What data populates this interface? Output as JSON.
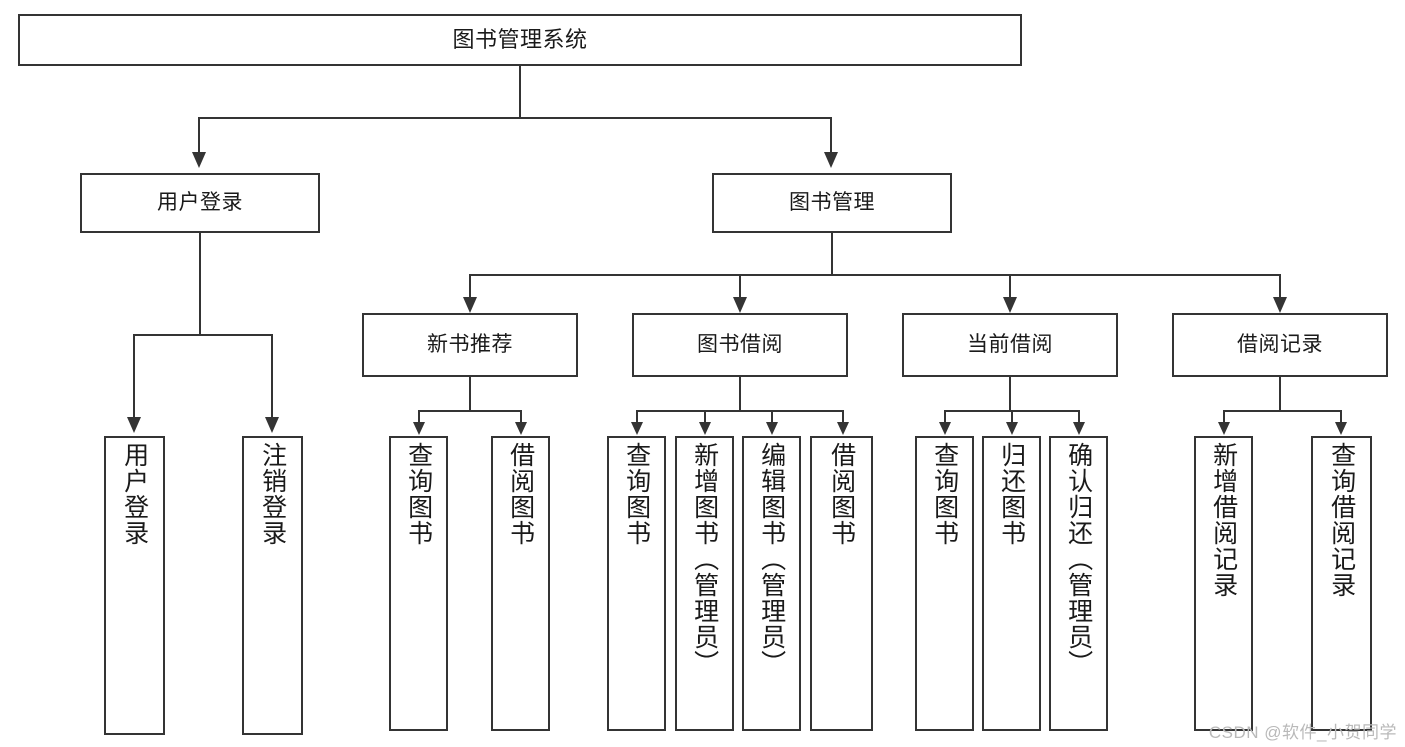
{
  "diagram": {
    "type": "tree-hierarchy",
    "title": "图书管理系统",
    "colors": {
      "stroke": "#343434",
      "fill": "#ffffff",
      "text": "#1a1a1a",
      "watermark": "#b9b9b9"
    },
    "root": {
      "label": "图书管理系统"
    },
    "level1": [
      {
        "label": "用户登录"
      },
      {
        "label": "图书管理"
      }
    ],
    "level2": [
      {
        "label": "新书推荐"
      },
      {
        "label": "图书借阅"
      },
      {
        "label": "当前借阅"
      },
      {
        "label": "借阅记录"
      }
    ],
    "leaves": {
      "user_login": [
        {
          "label": "用户登录"
        },
        {
          "label": "注销登录"
        }
      ],
      "new_book_rec": [
        {
          "label": "查询图书"
        },
        {
          "label": "借阅图书"
        }
      ],
      "book_borrow": [
        {
          "label": "查询图书"
        },
        {
          "label": "新增图书（管理员）"
        },
        {
          "label": "编辑图书（管理员）"
        },
        {
          "label": "借阅图书"
        }
      ],
      "current_borrow": [
        {
          "label": "查询图书"
        },
        {
          "label": "归还图书"
        },
        {
          "label": "确认归还（管理员）"
        }
      ],
      "borrow_record": [
        {
          "label": "新增借阅记录"
        },
        {
          "label": "查询借阅记录"
        }
      ]
    },
    "watermark": "CSDN @软件_小贺同学"
  }
}
